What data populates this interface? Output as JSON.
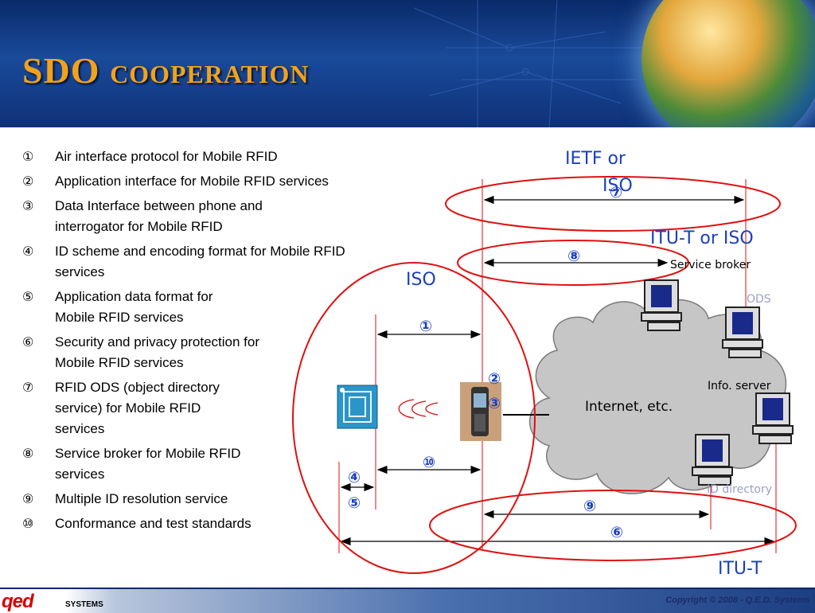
{
  "slide": {
    "title": "SDO cooperation"
  },
  "list": [
    {
      "num": "①",
      "text": "Air interface protocol for Mobile RFID"
    },
    {
      "num": "②",
      "text": "Application interface for Mobile RFID services"
    },
    {
      "num": "③",
      "text": "Data Interface between phone and interrogator for Mobile RFID"
    },
    {
      "num": "④",
      "text": "ID scheme and encoding format for Mobile RFID services"
    },
    {
      "num": "⑤",
      "text": "Application data format for Mobile RFID services"
    },
    {
      "num": "⑥",
      "text": "Security and privacy protection for Mobile RFID services"
    },
    {
      "num": "⑦",
      "text": "RFID ODS (object directory service) for Mobile RFID services"
    },
    {
      "num": "⑧",
      "text": "Service broker for Mobile RFID services"
    },
    {
      "num": "⑨",
      "text": "Multiple ID resolution service"
    },
    {
      "num": "⑩",
      "text": "Conformance and test standards"
    }
  ],
  "diagram": {
    "labels": {
      "ietf_or": "IETF or",
      "iso_top": "ISO",
      "itu_t_or_iso": "ITU-T or ISO",
      "iso_left": "ISO",
      "itu_t": "ITU-T"
    },
    "nodes": {
      "service_broker": "Service broker",
      "ods": "ODS",
      "info_server": "Info. server",
      "id_directory": "ID directory",
      "internet": "Internet, etc."
    },
    "markers": {
      "m1": "①",
      "m2": "②",
      "m3": "③",
      "m4": "④",
      "m5": "⑤",
      "m6": "⑥",
      "m7": "⑦",
      "m8": "⑧",
      "m9": "⑨",
      "m10": "⑩"
    },
    "colors": {
      "ellipse": "#e01010",
      "label": "#1a3fbf",
      "line": "#000000"
    }
  },
  "footer": {
    "logo": "qed",
    "systems": "SYSTEMS",
    "copyright": "Copyright © 2008 - Q.E.D. Systems"
  }
}
